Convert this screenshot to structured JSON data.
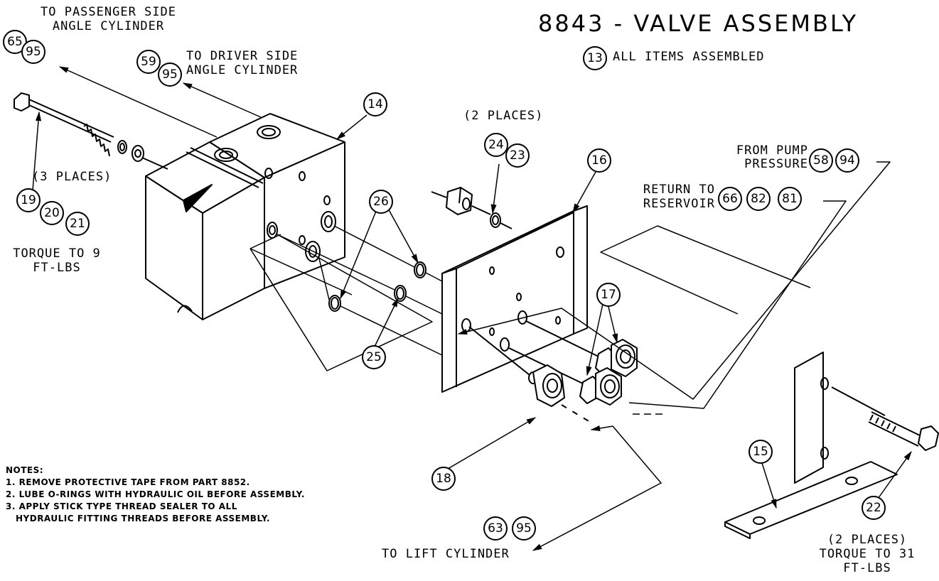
{
  "title": "8843 - VALVE ASSEMBLY",
  "subtitle": {
    "callout": "13",
    "text": "ALL ITEMS ASSEMBLED"
  },
  "labels": {
    "to_passenger_1": "TO PASSENGER SIDE",
    "to_passenger_2": "ANGLE CYLINDER",
    "to_driver_1": "TO DRIVER SIDE",
    "to_driver_2": "ANGLE CYLINDER",
    "three_places": "(3 PLACES)",
    "torque9_1": "TORQUE TO 9",
    "torque9_2": "FT-LBS",
    "two_places_top": "(2 PLACES)",
    "from_pump_1": "FROM PUMP",
    "from_pump_2": "PRESSURE",
    "return_1": "RETURN TO",
    "return_2": "RESERVOIR",
    "to_lift": "TO LIFT CYLINDER",
    "two_places_bottom": "(2 PLACES)",
    "torque31_1": "TORQUE TO 31",
    "torque31_2": "FT-LBS"
  },
  "notes": {
    "heading": "NOTES:",
    "items": [
      "1. REMOVE PROTECTIVE TAPE FROM PART 8852.",
      "2. LUBE O-RINGS WITH HYDRAULIC OIL BEFORE ASSEMBLY.",
      "3. APPLY STICK TYPE THREAD SEALER TO ALL",
      "HYDRAULIC FITTING THREADS BEFORE ASSEMBLY."
    ]
  },
  "callouts": {
    "c65": "65",
    "c95a": "95",
    "c59": "59",
    "c95b": "95",
    "c14": "14",
    "c19": "19",
    "c20": "20",
    "c21": "21",
    "c24": "24",
    "c23": "23",
    "c16": "16",
    "c26": "26",
    "c25": "25",
    "c58": "58",
    "c94": "94",
    "c66": "66",
    "c82": "82",
    "c81": "81",
    "c17": "17",
    "c18": "18",
    "c63": "63",
    "c95c": "95",
    "c15": "15",
    "c22": "22"
  }
}
